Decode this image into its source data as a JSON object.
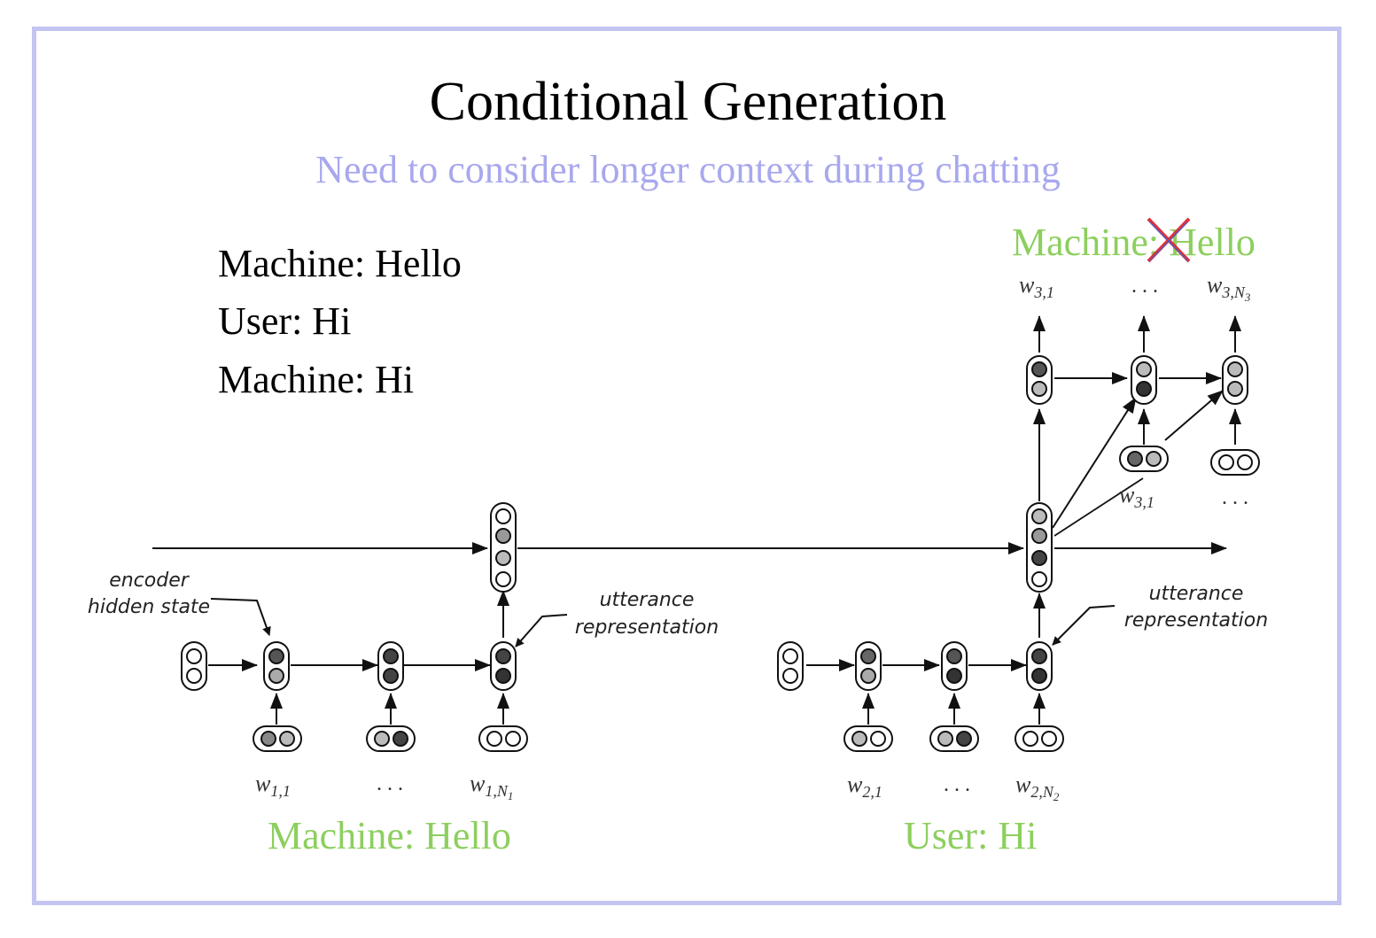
{
  "slide": {
    "title": "Conditional Generation",
    "subtitle": "Need to consider longer context during chatting"
  },
  "dialogue": [
    "Machine: Hello",
    "User: Hi",
    "Machine: Hi"
  ],
  "diagram": {
    "encoder_label_1": "encoder",
    "encoder_label_2": "hidden state",
    "utterance_label_1": "utterance",
    "utterance_label_2": "representation",
    "ellipsis": ". . .",
    "word_w": "w",
    "sub_1_1": "1,1",
    "sub_1_N": "1,N",
    "sub_1_N_idx": "1",
    "sub_2_1": "2,1",
    "sub_2_N": "2,N",
    "sub_2_N_idx": "2",
    "sub_3_1": "3,1",
    "sub_3_N": "3,N",
    "sub_3_N_idx": "3"
  },
  "captions": {
    "machine_hello_bottom": "Machine: Hello",
    "user_hi_bottom": "User: Hi",
    "machine_hello_top": "Machine: Hello"
  },
  "colors": {
    "frame": "#c4c4f2",
    "subtitle": "#a8a8ee",
    "caption_green": "#8dcf5e",
    "cross_red": "#e0303a",
    "cross_blue": "#4060d0"
  }
}
